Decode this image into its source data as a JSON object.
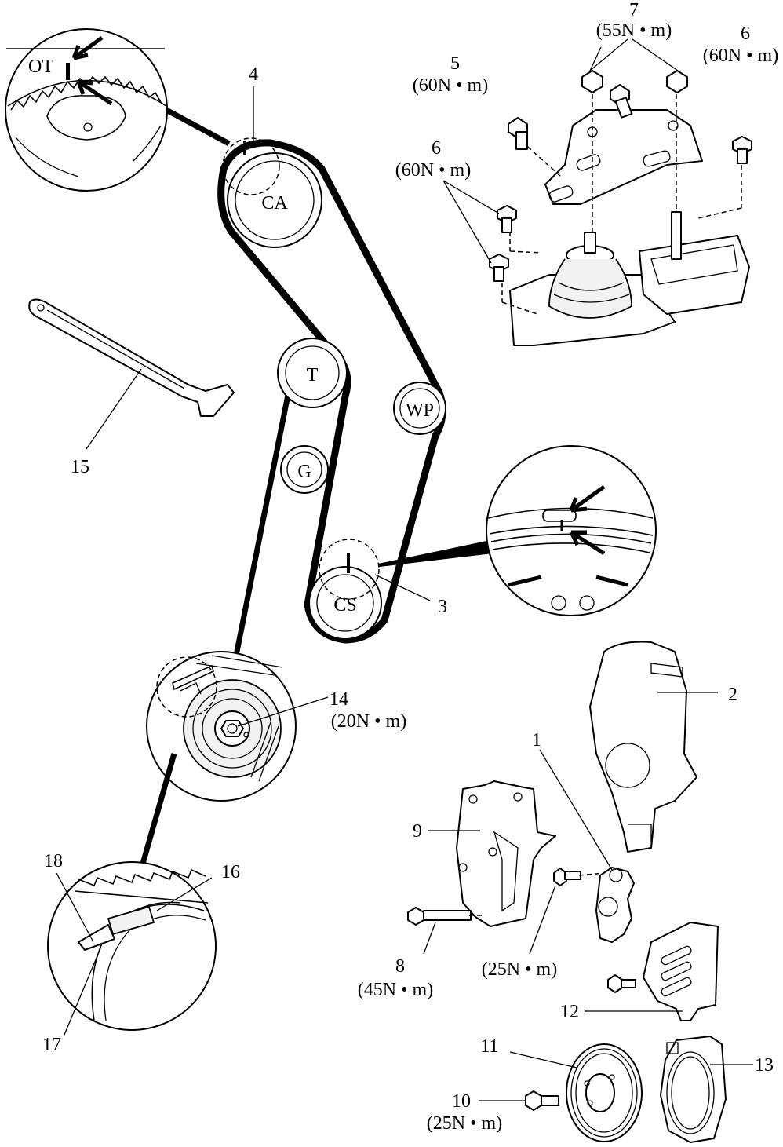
{
  "pulleys": {
    "camshaft": "CA",
    "tensioner": "T",
    "water_pump": "WP",
    "guide": "G",
    "crankshaft": "CS"
  },
  "detail_ot": {
    "mark": "OT"
  },
  "callouts": {
    "c1": {
      "num": "1"
    },
    "c2": {
      "num": "2"
    },
    "c3": {
      "num": "3"
    },
    "c4": {
      "num": "4"
    },
    "c5": {
      "num": "5",
      "torque": "(60N • m)"
    },
    "c6a": {
      "num": "6",
      "torque": "(60N • m)"
    },
    "c6b": {
      "num": "6",
      "torque": "(60N • m)"
    },
    "c7": {
      "num": "7",
      "torque": "(55N • m)"
    },
    "c8": {
      "num": "8",
      "torque": "(45N • m)"
    },
    "c9": {
      "num": "9"
    },
    "c10": {
      "num": "10",
      "torque": "(25N • m)"
    },
    "c11": {
      "num": "11"
    },
    "c12": {
      "num": "12"
    },
    "c13": {
      "num": "13"
    },
    "c14": {
      "num": "14",
      "torque": "(20N • m)"
    },
    "c15": {
      "num": "15"
    },
    "c16": {
      "num": "16"
    },
    "c17": {
      "num": "17"
    },
    "c18": {
      "num": "18"
    },
    "c1_torque": "(25N • m)"
  }
}
